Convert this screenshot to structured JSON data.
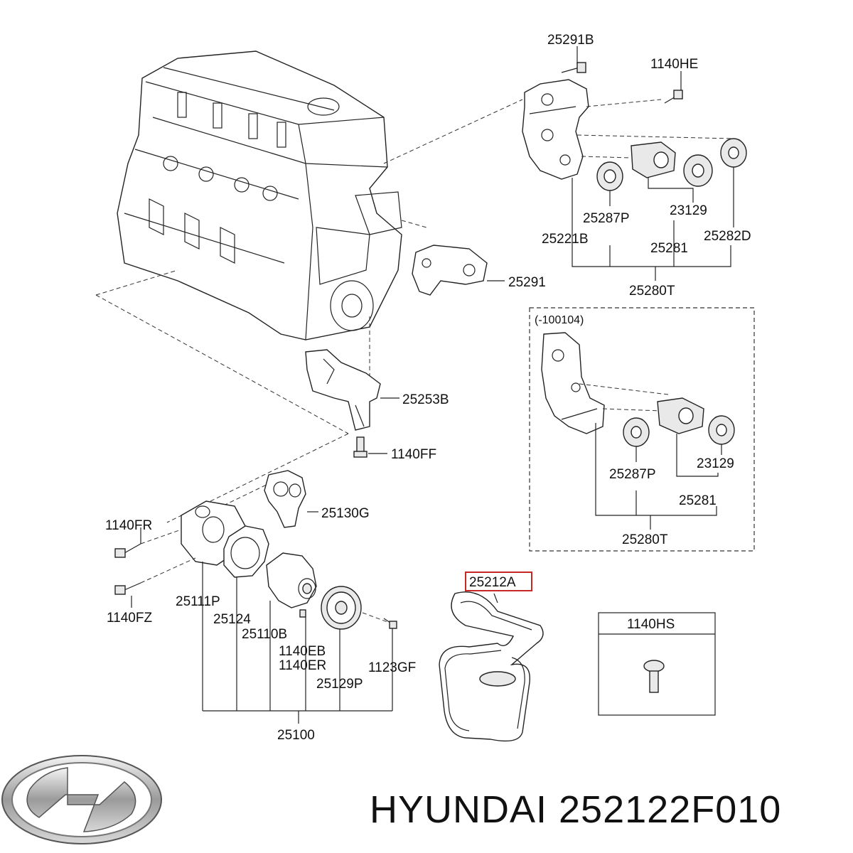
{
  "labels": {
    "p25291B": "25291B",
    "p1140HE": "1140HE",
    "p25287P_a": "25287P",
    "p23129_a": "23129",
    "p25221B": "25221B",
    "p25282D": "25282D",
    "p25281_a": "25281",
    "p25280T_a": "25280T",
    "p25291": "25291",
    "inset": "(-100104)",
    "p25287P_b": "25287P",
    "p23129_b": "23129",
    "p25281_b": "25281",
    "p25280T_b": "25280T",
    "p25253B": "25253B",
    "p1140FF": "1140FF",
    "p25130G": "25130G",
    "p1140FR": "1140FR",
    "p1140FZ": "1140FZ",
    "p25111P": "25111P",
    "p25124": "25124",
    "p25110B": "25110B",
    "p1140EB": "1140EB",
    "p1140ER": "1140ER",
    "p25129P": "25129P",
    "p1123GF": "1123GF",
    "p25100": "25100",
    "p25212A": "25212A",
    "p1140HS": "1140HS"
  },
  "footer": {
    "brand_text": "HYUNDAI 252122F010"
  },
  "colors": {
    "highlight": "#c62828",
    "line": "#222222"
  },
  "icons": {
    "logo": "hyundai-logo-icon"
  }
}
